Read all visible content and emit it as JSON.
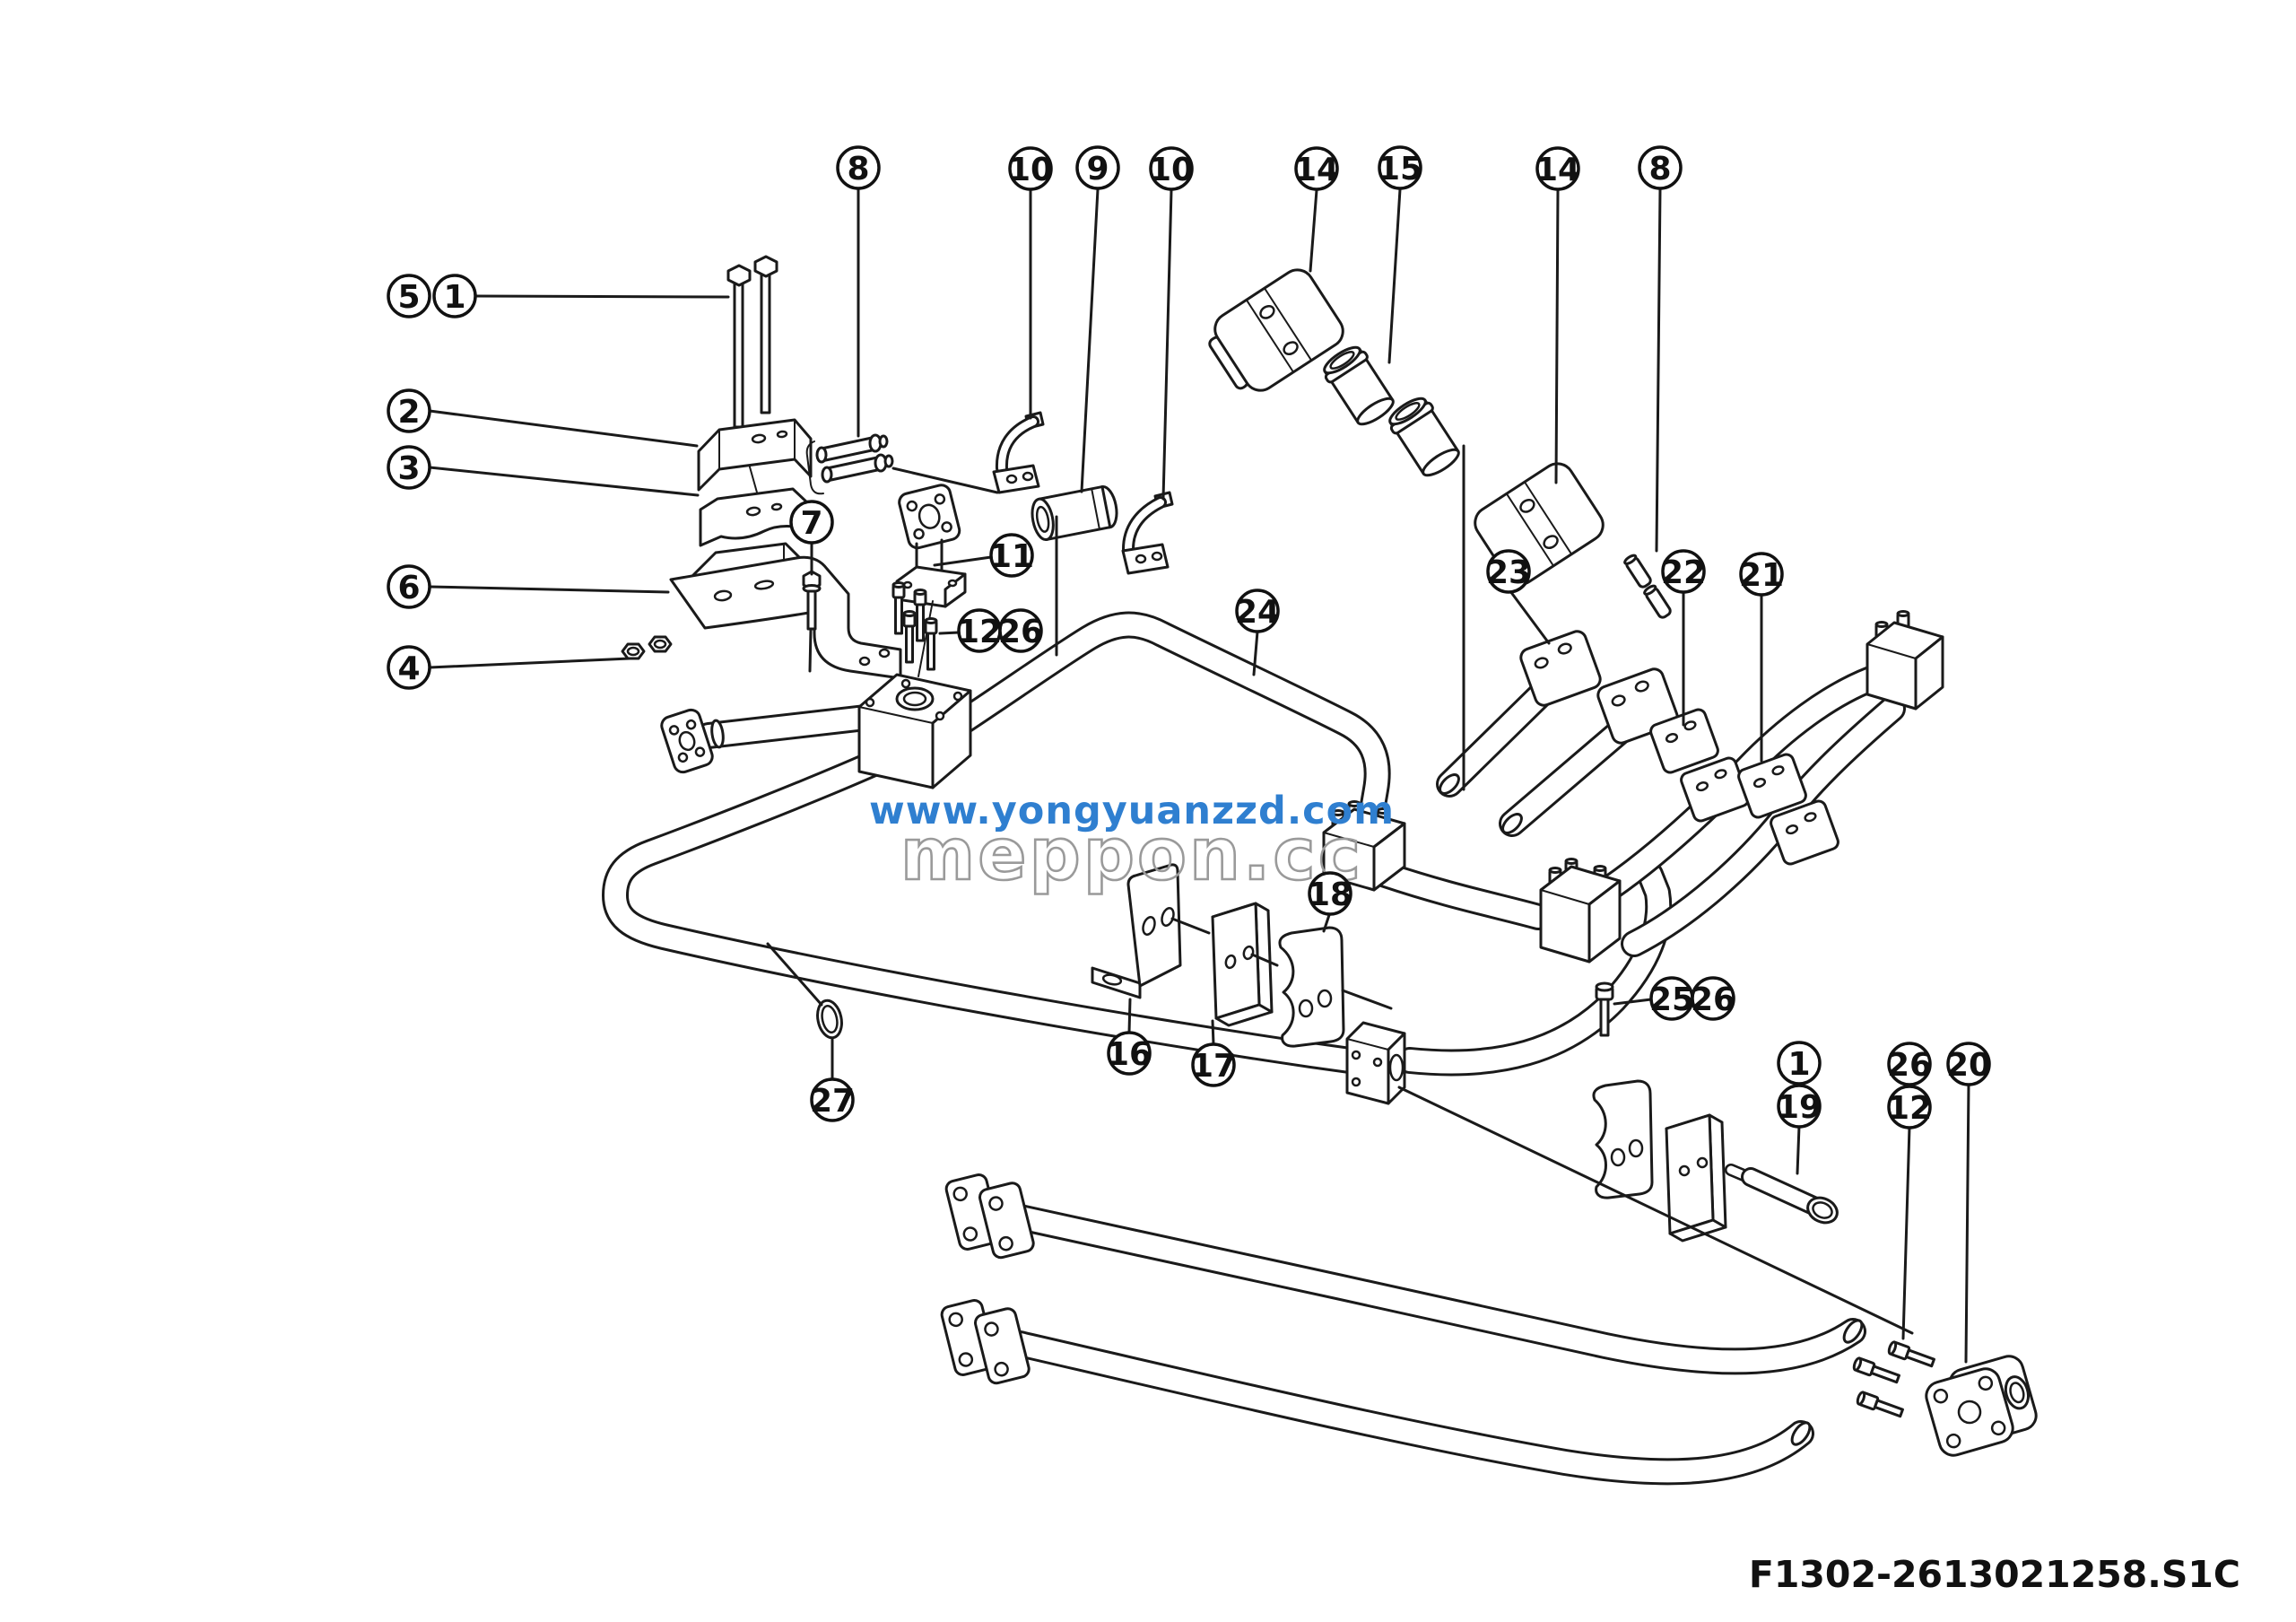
{
  "diagram": {
    "background_color": "#ffffff",
    "line_color": "#1a1a1a",
    "part_number": "F1302-2613021258.S1C",
    "watermark": {
      "url_text": "www.yongyuanzzd.com",
      "url_color": "#2f7fd0",
      "brand_text": "meppon.cc",
      "brand_outline_color": "#9a9a9a"
    },
    "callouts": [
      {
        "label": "5"
      },
      {
        "label": "1"
      },
      {
        "label": "2"
      },
      {
        "label": "3"
      },
      {
        "label": "6"
      },
      {
        "label": "4"
      },
      {
        "label": "7"
      },
      {
        "label": "8"
      },
      {
        "label": "10"
      },
      {
        "label": "9"
      },
      {
        "label": "10"
      },
      {
        "label": "14"
      },
      {
        "label": "15"
      },
      {
        "label": "14"
      },
      {
        "label": "8"
      },
      {
        "label": "11"
      },
      {
        "label": "12"
      },
      {
        "label": "26"
      },
      {
        "label": "24"
      },
      {
        "label": "23"
      },
      {
        "label": "22"
      },
      {
        "label": "21"
      },
      {
        "label": "18"
      },
      {
        "label": "16"
      },
      {
        "label": "17"
      },
      {
        "label": "27"
      },
      {
        "label": "25"
      },
      {
        "label": "26"
      },
      {
        "label": "1"
      },
      {
        "label": "19"
      },
      {
        "label": "26"
      },
      {
        "label": "12"
      },
      {
        "label": "20"
      }
    ]
  }
}
